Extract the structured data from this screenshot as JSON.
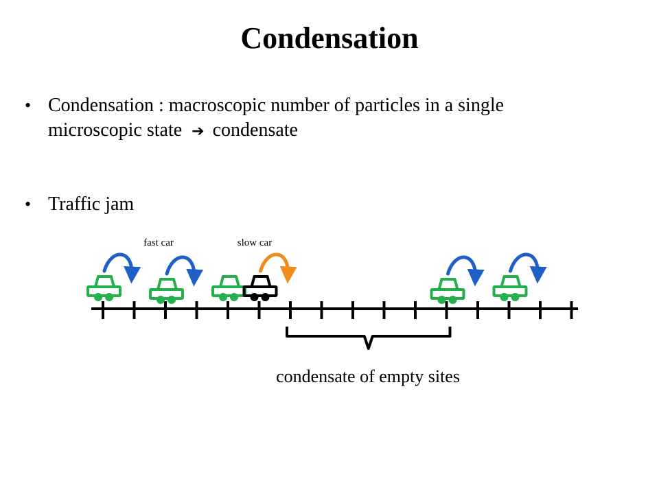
{
  "title": "Condensation",
  "bullets": [
    {
      "line1": "Condensation : macroscopic number of particles in a single",
      "line2_before": "microscopic state",
      "arrow_glyph": "➔",
      "line2_after": "condensate"
    },
    {
      "text": "Traffic jam"
    }
  ],
  "diagram": {
    "labels": {
      "fast_car": "fast car",
      "slow_car": "slow car",
      "condensate": "condensate of empty sites"
    },
    "colors": {
      "fast_car": "#22b04b",
      "slow_car": "#000000",
      "hop_arrow_fast": "#1f5fc8",
      "hop_arrow_slow": "#f08c1e",
      "track": "#000000"
    },
    "sites": 16,
    "cars": [
      {
        "site": 0,
        "type": "fast",
        "hop": true
      },
      {
        "site": 2,
        "type": "fast",
        "hop": true
      },
      {
        "site": 4,
        "type": "fast",
        "hop": false
      },
      {
        "site": 5,
        "type": "slow",
        "hop": true
      },
      {
        "site": 11,
        "type": "fast",
        "hop": true
      },
      {
        "site": 13,
        "type": "fast",
        "hop": true
      }
    ],
    "condensate_range": [
      6,
      11
    ]
  }
}
